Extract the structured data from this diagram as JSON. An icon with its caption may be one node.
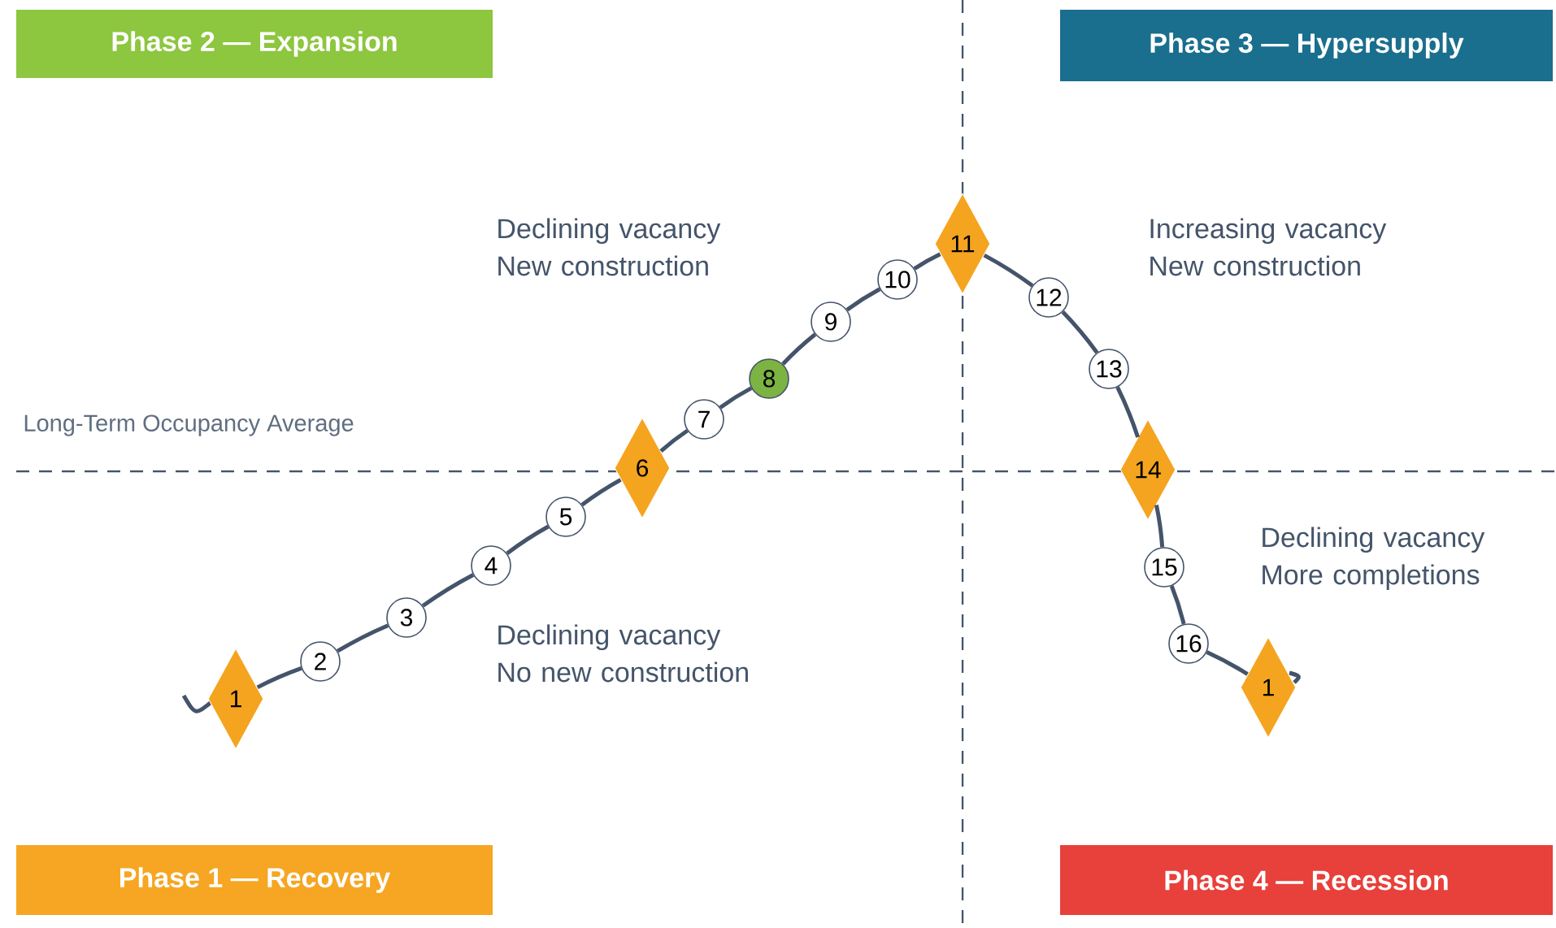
{
  "diagram": {
    "nodes": [
      {
        "text": [
          "Phase 2 — Expansion"
        ]
      },
      {
        "text": [
          "Phase 3 — Hypersupply"
        ]
      },
      {
        "text": [
          "Phase 1 — Recovery"
        ]
      },
      {
        "text": [
          "Phase 4 — Recession"
        ]
      },
      {
        "text": [
          "1"
        ]
      },
      {
        "text": [
          "2"
        ]
      },
      {
        "text": [
          "3"
        ]
      },
      {
        "text": [
          "4"
        ]
      },
      {
        "text": [
          "5"
        ]
      },
      {
        "text": [
          "6"
        ]
      },
      {
        "text": [
          "7"
        ]
      },
      {
        "text": [
          "8"
        ]
      },
      {
        "text": [
          "9"
        ]
      },
      {
        "text": [
          "10"
        ]
      },
      {
        "text": [
          "11"
        ]
      },
      {
        "text": [
          "12"
        ]
      },
      {
        "text": [
          "13"
        ]
      },
      {
        "text": [
          "14"
        ]
      },
      {
        "text": [
          "15"
        ]
      },
      {
        "text": [
          "16"
        ]
      },
      {
        "text": [
          "1"
        ]
      }
    ],
    "edges": [
      {
        "from": 4,
        "to": 5,
        "arrow": "none"
      },
      {
        "from": 5,
        "to": 6,
        "arrow": "none"
      },
      {
        "from": 6,
        "to": 7,
        "arrow": "none"
      },
      {
        "from": 7,
        "to": 8,
        "arrow": "none"
      },
      {
        "from": 8,
        "to": 9,
        "arrow": "none"
      },
      {
        "from": 9,
        "to": 10,
        "arrow": "none"
      },
      {
        "from": 10,
        "to": 11,
        "arrow": "none"
      },
      {
        "from": 11,
        "to": 12,
        "arrow": "none"
      },
      {
        "from": 12,
        "to": 13,
        "arrow": "none"
      },
      {
        "from": 13,
        "to": 14,
        "arrow": "none"
      },
      {
        "from": 14,
        "to": 15,
        "arrow": "none"
      },
      {
        "from": 15,
        "to": 16,
        "arrow": "none"
      },
      {
        "from": 16,
        "to": 17,
        "arrow": "none"
      },
      {
        "from": 17,
        "to": 18,
        "arrow": "none"
      },
      {
        "from": 18,
        "to": 19,
        "arrow": "none"
      },
      {
        "from": 19,
        "to": 20,
        "arrow": "none"
      }
    ],
    "labels": [
      "Declining vacancy New construction",
      "Increasing vacancy New construction",
      "Long-Term Occupancy Average",
      "Declining vacancy More completions",
      "Declining vacancy No new construction"
    ]
  }
}
